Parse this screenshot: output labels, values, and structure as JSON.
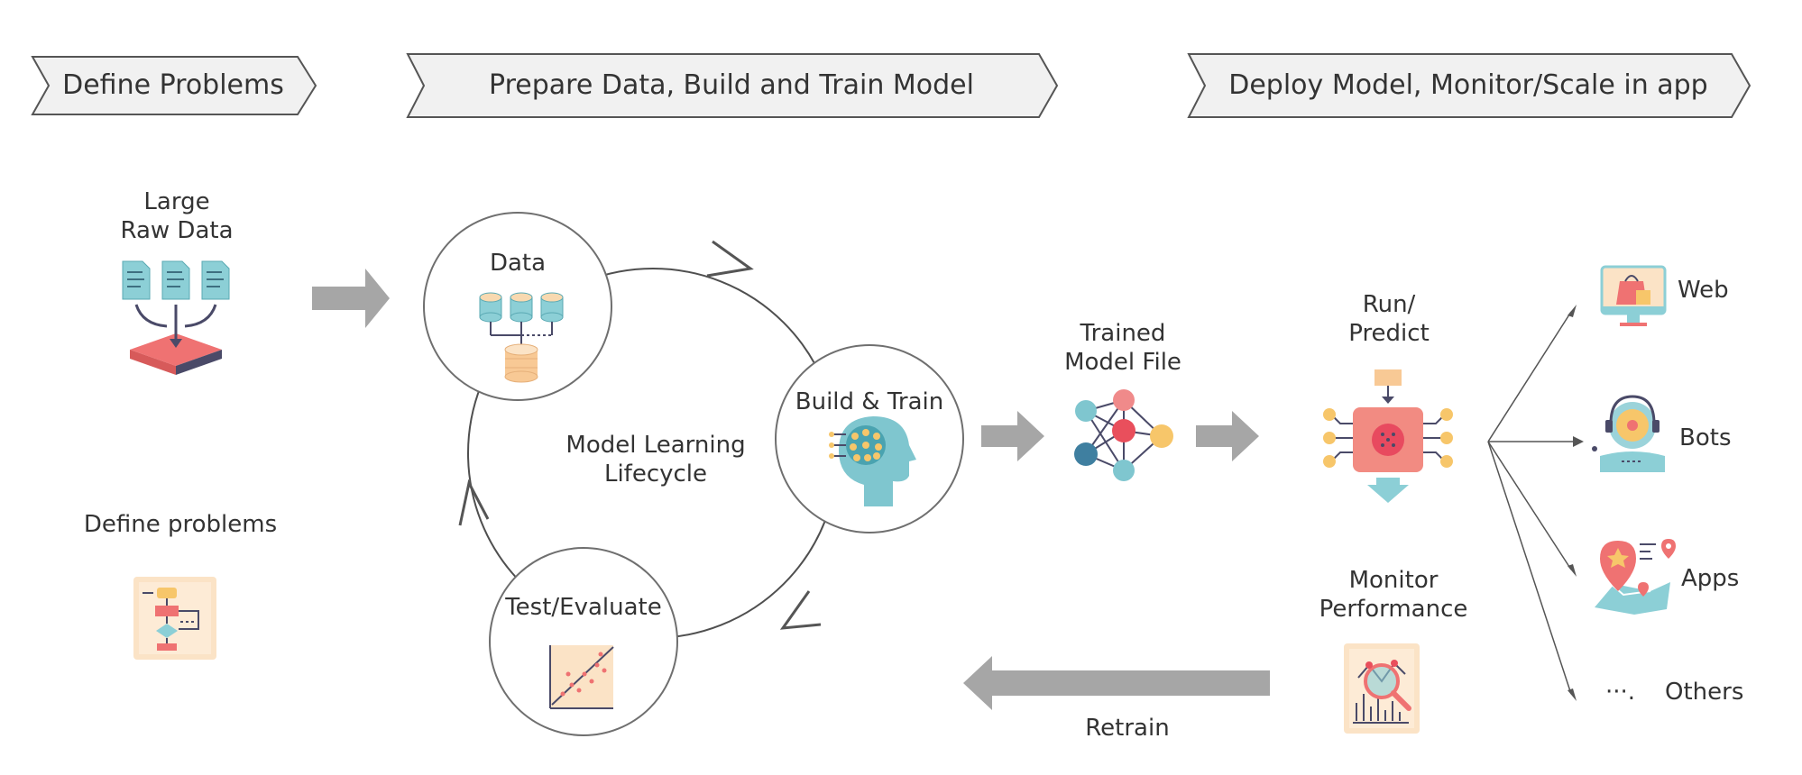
{
  "colors": {
    "banner_fill": "#f1f1f1",
    "banner_stroke": "#555555",
    "arrow_gray": "#a6a6a6",
    "circle_stroke": "#6f6f6f",
    "teal": "#7fc6cf",
    "salmon": "#ee6e6e",
    "cream": "#f8d9b0",
    "navy": "#4a4a68",
    "yellow": "#f7c66a"
  },
  "banners": [
    {
      "label": "Define Problems"
    },
    {
      "label": "Prepare Data, Build and Train Model"
    },
    {
      "label": "Deploy Model, Monitor/Scale in app"
    }
  ],
  "define": {
    "raw_data_label": "Large\nRaw Data",
    "raw_data_icon": "raw-data-icon",
    "define_label": "Define problems",
    "define_icon": "flowchart-icon"
  },
  "lifecycle": {
    "center_label": "Model Learning\nLifecycle",
    "nodes": [
      {
        "label": "Data",
        "icon": "database-icon"
      },
      {
        "label": "Build & Train",
        "icon": "ai-head-icon"
      },
      {
        "label": "Test/Evaluate",
        "icon": "scatter-plot-icon"
      }
    ]
  },
  "deploy": {
    "trained_label": "Trained\nModel File",
    "trained_icon": "neural-network-icon",
    "run_label": "Run/\nPredict",
    "run_icon": "processor-chip-icon",
    "monitor_label": "Monitor\nPerformance",
    "monitor_icon": "analytics-magnifier-icon",
    "retrain_label": "Retrain"
  },
  "targets": [
    {
      "label": "Web",
      "icon": "monitor-shop-icon"
    },
    {
      "label": "Bots",
      "icon": "robot-icon"
    },
    {
      "label": "Apps",
      "icon": "map-pin-icon"
    },
    {
      "label": "Others",
      "icon": "ellipsis-icon"
    }
  ]
}
